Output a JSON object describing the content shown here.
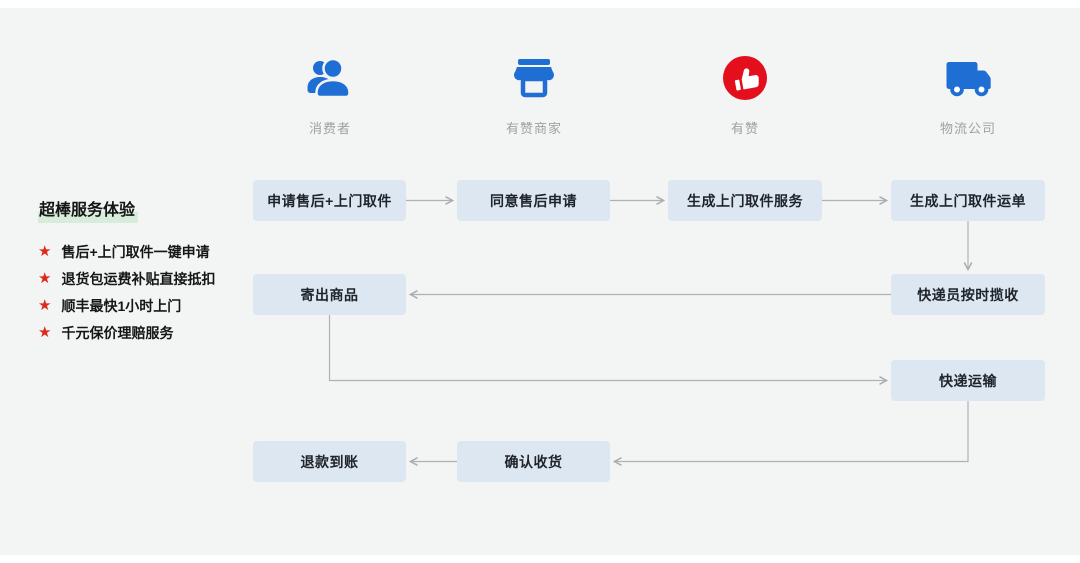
{
  "colors": {
    "background": "#f3f4f4",
    "frame_strip": "#ffffff",
    "node_fill": "#dce7f1",
    "node_text": "#20242a",
    "arrow": "#a9acb0",
    "lane_label": "#9da0a5",
    "icon_blue": "#1f6ed4",
    "icon_red": "#e30f1c",
    "star_red": "#dd281c",
    "title_highlight": "#d7ecdb"
  },
  "lanes": [
    {
      "label": "消费者",
      "icon": "users-icon"
    },
    {
      "label": "有赞商家",
      "icon": "storefront-icon"
    },
    {
      "label": "有赞",
      "icon": "thumbs-up-icon"
    },
    {
      "label": "物流公司",
      "icon": "truck-icon"
    }
  ],
  "features": {
    "title": "超棒服务体验",
    "star_glyph": "★",
    "items": [
      "售后+上门取件一键申请",
      "退货包运费补贴直接抵扣",
      "顺丰最快1小时上门",
      "千元保价理赔服务"
    ]
  },
  "nodes": {
    "apply": "申请售后+上门取件",
    "agree": "同意售后申请",
    "gen_service": "生成上门取件服务",
    "gen_waybill": "生成上门取件运单",
    "send": "寄出商品",
    "pickup": "快递员按时揽收",
    "transport": "快递运输",
    "refund": "退款到账",
    "confirm": "确认收货"
  },
  "edges": [
    {
      "from": "apply",
      "to": "agree"
    },
    {
      "from": "agree",
      "to": "gen_service"
    },
    {
      "from": "gen_service",
      "to": "gen_waybill"
    },
    {
      "from": "gen_waybill",
      "to": "pickup"
    },
    {
      "from": "pickup",
      "to": "send"
    },
    {
      "from": "send",
      "to": "transport"
    },
    {
      "from": "transport",
      "to": "confirm"
    },
    {
      "from": "confirm",
      "to": "refund"
    }
  ]
}
